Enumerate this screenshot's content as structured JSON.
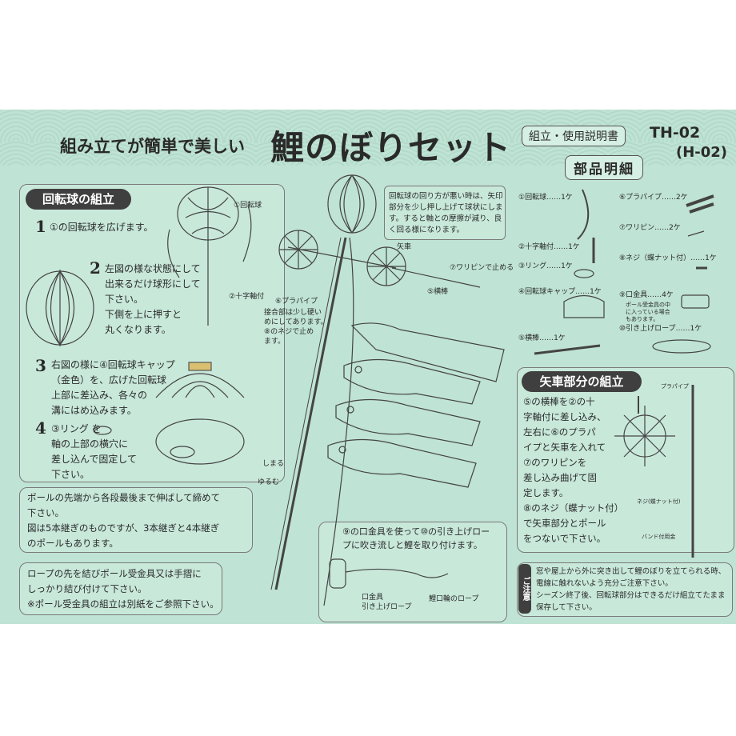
{
  "header": {
    "tagline": "組み立てが簡単で美しい",
    "title": "鯉のぼりセット",
    "doc_type": "組立・使用説明書",
    "model": "TH-02",
    "model_alt": "(H-02)",
    "parts_heading": "部品明細"
  },
  "assembly_ball": {
    "heading": "回転球の組立",
    "steps": [
      {
        "num": "1",
        "text": "①の回転球を広げます。"
      },
      {
        "num": "2",
        "text": "左図の様な状態にして\n出来るだけ球形にして\n下さい。\n下側を上に押すと\n丸くなります。"
      },
      {
        "num": "3",
        "text": "右図の様に④回転球キャップ\n（金色）を、広げた回転球\n上部に差込み、各々の\n溝にはめ込みます。"
      },
      {
        "num": "4",
        "text": "③リング      を\n軸の上部の横穴に\n差し込んで固定して\n下さい。"
      }
    ],
    "label_ball": "①回転球",
    "label_cross": "②十字軸付"
  },
  "center": {
    "note_rotate": "回転球の回り方が悪い時は、矢印\n部分を少し押し上げて球状にしま\nす。すると軸との摩擦が減り、良\nく回る様になります。",
    "label_arrow_wheel": "矢車",
    "label_wapin": "⑦ワリピンで止める",
    "label_yokobou": "⑤横棒",
    "label_purapaipu": "⑥プラパイプ",
    "note_bolt": "接合部は少し硬い\nめにしてあります。\n⑧のネジで止め\nます。",
    "label_shimaru": "しまる",
    "label_yurumu": "ゆるむ"
  },
  "notes": {
    "pole": "ポールの先端から各段最後まで伸ばして締めて\n下さい。\n図は5本継ぎのものですが、3本継ぎと4本継ぎ\nのポールもあります。",
    "rope": "ロープの先を結びポール受金具又は手摺に\nしっかり結び付けて下さい。\n※ポール受金具の組立は別紙をご参照下さい。",
    "attach": "⑨の口金具を使って⑩の引き上げロー\nプに吹き流しと鯉を取り付けます。",
    "label_kuchi": "口金具",
    "label_hikiage": "引き上げロープ",
    "label_koiguchi": "鯉口輪のロープ"
  },
  "parts": [
    {
      "label": "①回転球……1ケ"
    },
    {
      "label": "②十字軸付……1ケ"
    },
    {
      "label": "③リング……1ケ"
    },
    {
      "label": "④回転球キャップ……1ケ"
    },
    {
      "label": "⑤横棒……1ケ"
    },
    {
      "label": "⑥プラパイプ……2ケ"
    },
    {
      "label": "⑦ワリピン……2ケ"
    },
    {
      "label": "⑧ネジ（蝶ナット付）……1ケ"
    },
    {
      "label": "⑨口金具……4ケ"
    },
    {
      "label": "⑩引き上げロープ……1ケ"
    }
  ],
  "kuchi_note": "ポール受金具の中\nに入っている場合\nもあります。",
  "arrow_section": {
    "heading": "矢車部分の組立",
    "text": "⑤の横棒を②の十\n字軸付に差し込み、\n左右に⑥のプラパ\nイプと矢車を入れて\n⑦のワリピンを\n差し込み曲げて固\n定します。\n⑧のネジ（蝶ナット付）\nで矢車部分とポール\nをつないで下さい。",
    "label_pura": "プラパイプ",
    "label_neji": "ネジ(蝶ナット付)",
    "label_band": "バンド付用金"
  },
  "caution": {
    "label": "ご注意",
    "text": "窓や屋上から外に突き出して鯉のぼりを立てられる時、\n電線に触れないよう充分ご注意下さい。\nシーズン終了後、回転球部分はできるだけ組立てたまま\n保存して下さい。"
  }
}
